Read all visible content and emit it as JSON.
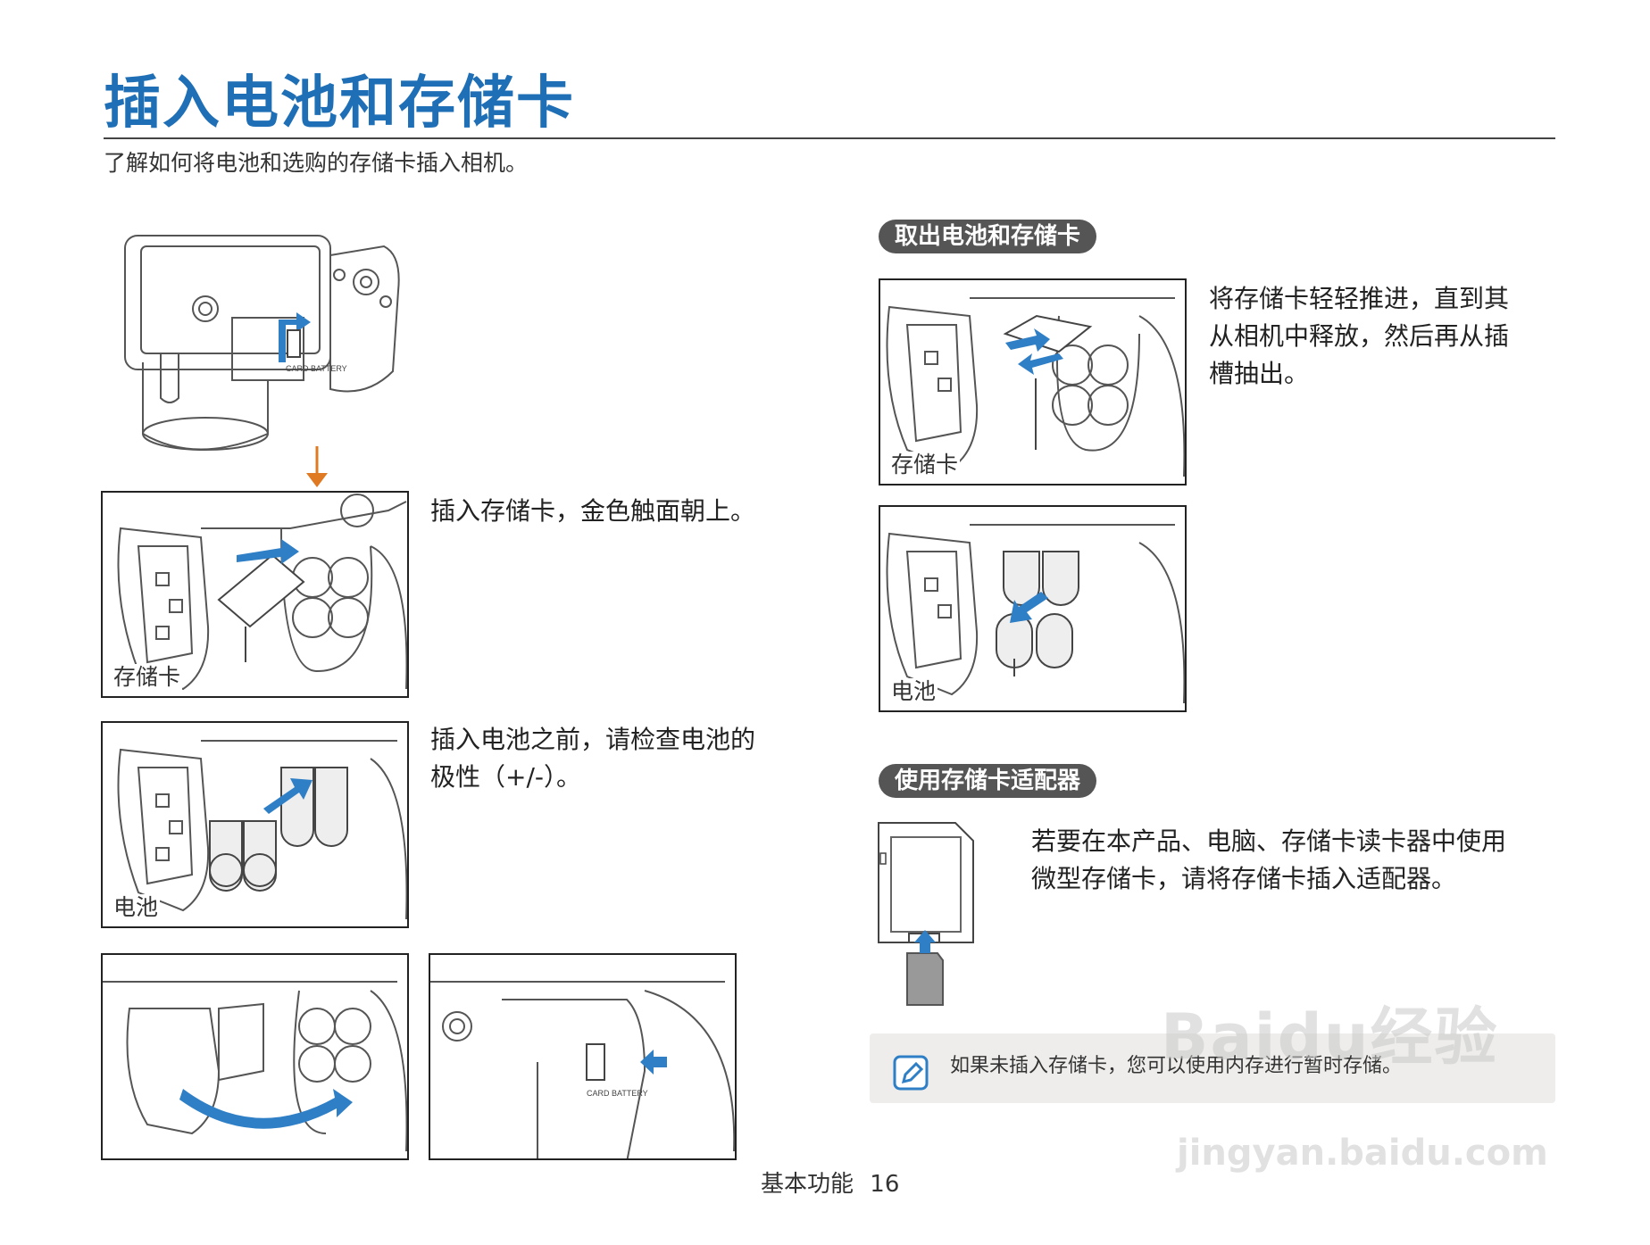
{
  "header": {
    "title": "插入电池和存储卡",
    "subtitle": "了解如何将电池和选购的存储卡插入相机。"
  },
  "left_steps": {
    "step_card": {
      "text": "插入存储卡，金色触面朝上。",
      "image_label": "存储卡"
    },
    "step_battery": {
      "text_line1": "插入电池之前，请检查电池的",
      "text_line2": "极性（+/-）。",
      "image_label": "电池"
    },
    "cover_icon_text": "CARD BATTERY"
  },
  "remove_section": {
    "heading": "取出电池和存储卡",
    "card_image_label": "存储卡",
    "card_text_line1": "将存储卡轻轻推进，直到其",
    "card_text_line2": "从相机中释放，然后再从插",
    "card_text_line3": "槽抽出。",
    "battery_image_label": "电池"
  },
  "adapter_section": {
    "heading": "使用存储卡适配器",
    "text_line1": "若要在本产品、电脑、存储卡读卡器中使用",
    "text_line2": "微型存储卡，请将存储卡插入适配器。"
  },
  "note": {
    "icon": "note-pencil-icon",
    "text": "如果未插入存储卡，您可以使用内存进行暂时存储。"
  },
  "footer": {
    "section": "基本功能",
    "page_number": "16"
  },
  "watermark": {
    "logo": "Baidu经验",
    "url": "jingyan.baidu.com"
  },
  "colors": {
    "title_blue": "#1f6fb6",
    "arrow_blue": "#2f7fc6",
    "arrow_orange": "#e07a22",
    "pill_gray": "#555555",
    "note_bg": "#eeedeb"
  }
}
